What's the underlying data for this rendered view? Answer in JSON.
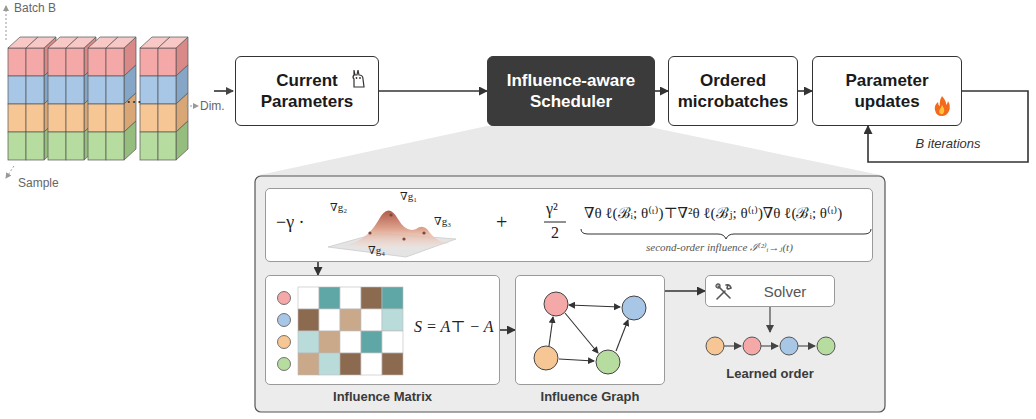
{
  "diagram": {
    "nodes": [
      {
        "text": [
          "Current Parameters"
        ]
      },
      {
        "text": [
          "Influence-aware Scheduler"
        ]
      },
      {
        "text": [
          "Ordered microbatches"
        ]
      },
      {
        "text": [
          "Parameter updates"
        ]
      },
      {
        "text": [
          "−γ ·",
          "∇g₂",
          "∇g₁",
          "∇g₄",
          "∇g₃",
          "+",
          "γ²",
          "2",
          "∇θ ℓ(ℬᵢ; θ⁽ᵗ⁾)⊤∇²θ ℓ(ℬⱼ; θ⁽ᵗ⁾)∇θ ℓ(ℬᵢ; θ⁽ᵗ⁾)",
          "second-order influence ℐ⁽²⁾ᵢ→ⱼ(t)"
        ]
      },
      {
        "text": [
          "S = A⊤ − A",
          "Influence Matrix"
        ]
      },
      {
        "text": [
          "Influence Graph"
        ]
      },
      {
        "text": [
          "Solver"
        ]
      }
    ],
    "edges": [
      {
        "from": 0,
        "to": 1,
        "arrow": "to"
      },
      {
        "from": 1,
        "to": 2,
        "arrow": "to"
      },
      {
        "from": 2,
        "to": 3,
        "arrow": "to"
      },
      {
        "from": 3,
        "to": 3,
        "label": "B iterations",
        "arrow": "to"
      },
      {
        "from": 4,
        "to": 5,
        "arrow": "to"
      },
      {
        "from": 5,
        "to": 6,
        "arrow": "to"
      },
      {
        "from": 6,
        "to": 7,
        "arrow": "to"
      }
    ],
    "labels": [
      "Batch B",
      "Dim.",
      "Sample",
      "⋯",
      "Learned order"
    ]
  }
}
